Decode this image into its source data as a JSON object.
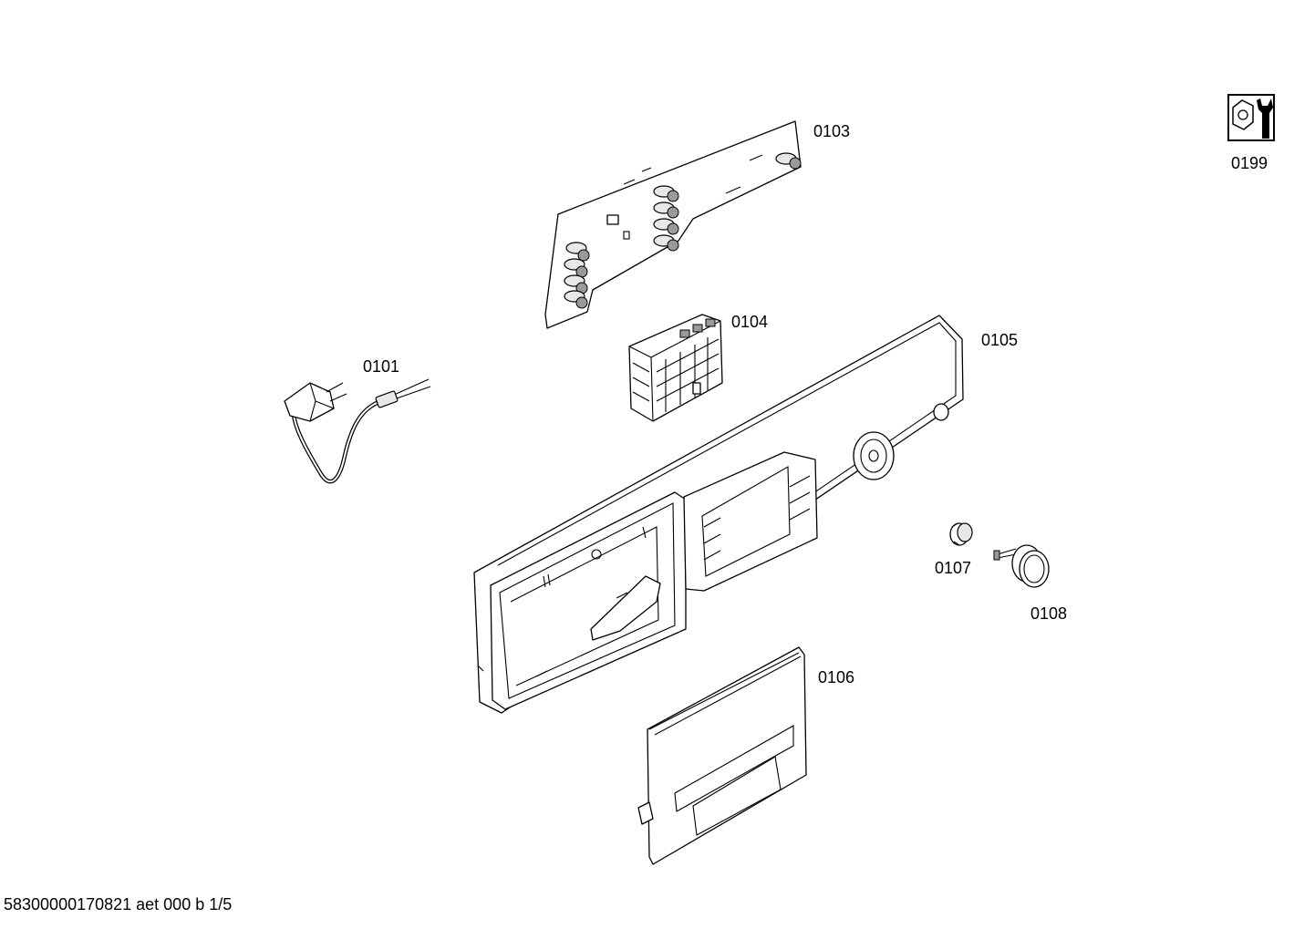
{
  "parts": [
    {
      "id": "0101",
      "label": "0101"
    },
    {
      "id": "0103",
      "label": "0103"
    },
    {
      "id": "0104",
      "label": "0104"
    },
    {
      "id": "0105",
      "label": "0105"
    },
    {
      "id": "0106",
      "label": "0106"
    },
    {
      "id": "0107",
      "label": "0107"
    },
    {
      "id": "0108",
      "label": "0108"
    },
    {
      "id": "0199",
      "label": "0199"
    }
  ],
  "footer": "58300000170821 aet 000 b 1/5",
  "icons": {
    "tool_icon": "spanner-nut-icon"
  }
}
